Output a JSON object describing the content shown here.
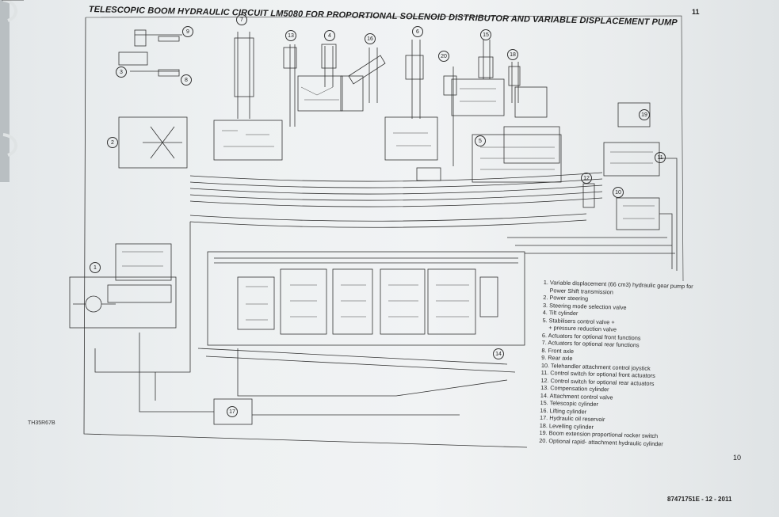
{
  "header": {
    "title": "TELESCOPIC BOOM HYDRAULIC CIRCUIT LM5080 FOR PROPORTIONAL SOLENOID DISTRIBUTOR AND VARIABLE DISPLACEMENT PUMP",
    "page_number_top": "11"
  },
  "footer": {
    "page_number_bottom": "10",
    "document_code": "87471751E - 12 - 2011",
    "drawing_code": "TH35R67B"
  },
  "callouts": [
    "1",
    "2",
    "3",
    "4",
    "5",
    "6",
    "7",
    "8",
    "9",
    "10",
    "11",
    "12",
    "13",
    "14",
    "15",
    "16",
    "17",
    "18",
    "19",
    "20"
  ],
  "legend": [
    "1. Variable displacement (66 cm3) hydraulic gear pump for",
    "Power Shift transmission",
    "2. Power steering",
    "3. Steering mode selection valve",
    "4. Tilt cylinder",
    "5. Stabilisers control valve +",
    "+ pressure reduction valve",
    "6. Actuators for optional front functions",
    "7. Actuators for optional rear functions",
    "8. Front axle",
    "9. Rear axle",
    "10. Telehandler attachment control joystick",
    "11. Control switch for optional front actuators",
    "12. Control switch for optional rear actuators",
    "13. Compensation cylinder",
    "14. Attachment control valve",
    "15. Telescopic cylinder",
    "16. Lifting cylinder",
    "17. Hydraulic oil reservoir",
    "18. Levelling cylinder",
    "19. Boom extension proportional rocker switch",
    "20. Optional rapid- attachment hydraulic cylinder"
  ]
}
